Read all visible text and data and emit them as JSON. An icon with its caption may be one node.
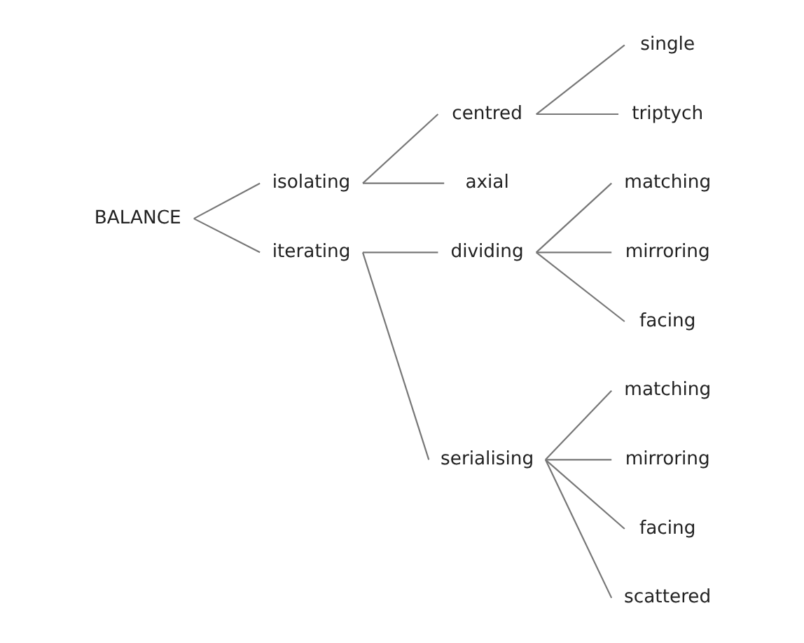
{
  "diagram": {
    "nodes": [
      {
        "text": [
          "BALANCE"
        ]
      },
      {
        "text": [
          "isolating"
        ]
      },
      {
        "text": [
          "centred"
        ]
      },
      {
        "text": [
          "single"
        ]
      },
      {
        "text": [
          "triptych"
        ]
      },
      {
        "text": [
          "axial"
        ]
      },
      {
        "text": [
          "iterating"
        ]
      },
      {
        "text": [
          "dividing"
        ]
      },
      {
        "text": [
          "matching"
        ]
      },
      {
        "text": [
          "mirroring"
        ]
      },
      {
        "text": [
          "facing"
        ]
      },
      {
        "text": [
          "serialising"
        ]
      },
      {
        "text": [
          "matching"
        ]
      },
      {
        "text": [
          "mirroring"
        ]
      },
      {
        "text": [
          "facing"
        ]
      },
      {
        "text": [
          "scattered"
        ]
      }
    ],
    "edges": [
      {
        "from": 0,
        "to": 1,
        "arrow": "none"
      },
      {
        "from": 0,
        "to": 6,
        "arrow": "none"
      },
      {
        "from": 1,
        "to": 2,
        "arrow": "none"
      },
      {
        "from": 1,
        "to": 5,
        "arrow": "none"
      },
      {
        "from": 2,
        "to": 3,
        "arrow": "none"
      },
      {
        "from": 2,
        "to": 4,
        "arrow": "none"
      },
      {
        "from": 6,
        "to": 7,
        "arrow": "none"
      },
      {
        "from": 6,
        "to": 11,
        "arrow": "none"
      },
      {
        "from": 7,
        "to": 8,
        "arrow": "none"
      },
      {
        "from": 7,
        "to": 9,
        "arrow": "none"
      },
      {
        "from": 7,
        "to": 10,
        "arrow": "none"
      },
      {
        "from": 11,
        "to": 12,
        "arrow": "none"
      },
      {
        "from": 11,
        "to": 13,
        "arrow": "none"
      },
      {
        "from": 11,
        "to": 14,
        "arrow": "none"
      },
      {
        "from": 11,
        "to": 15,
        "arrow": "none"
      }
    ]
  }
}
